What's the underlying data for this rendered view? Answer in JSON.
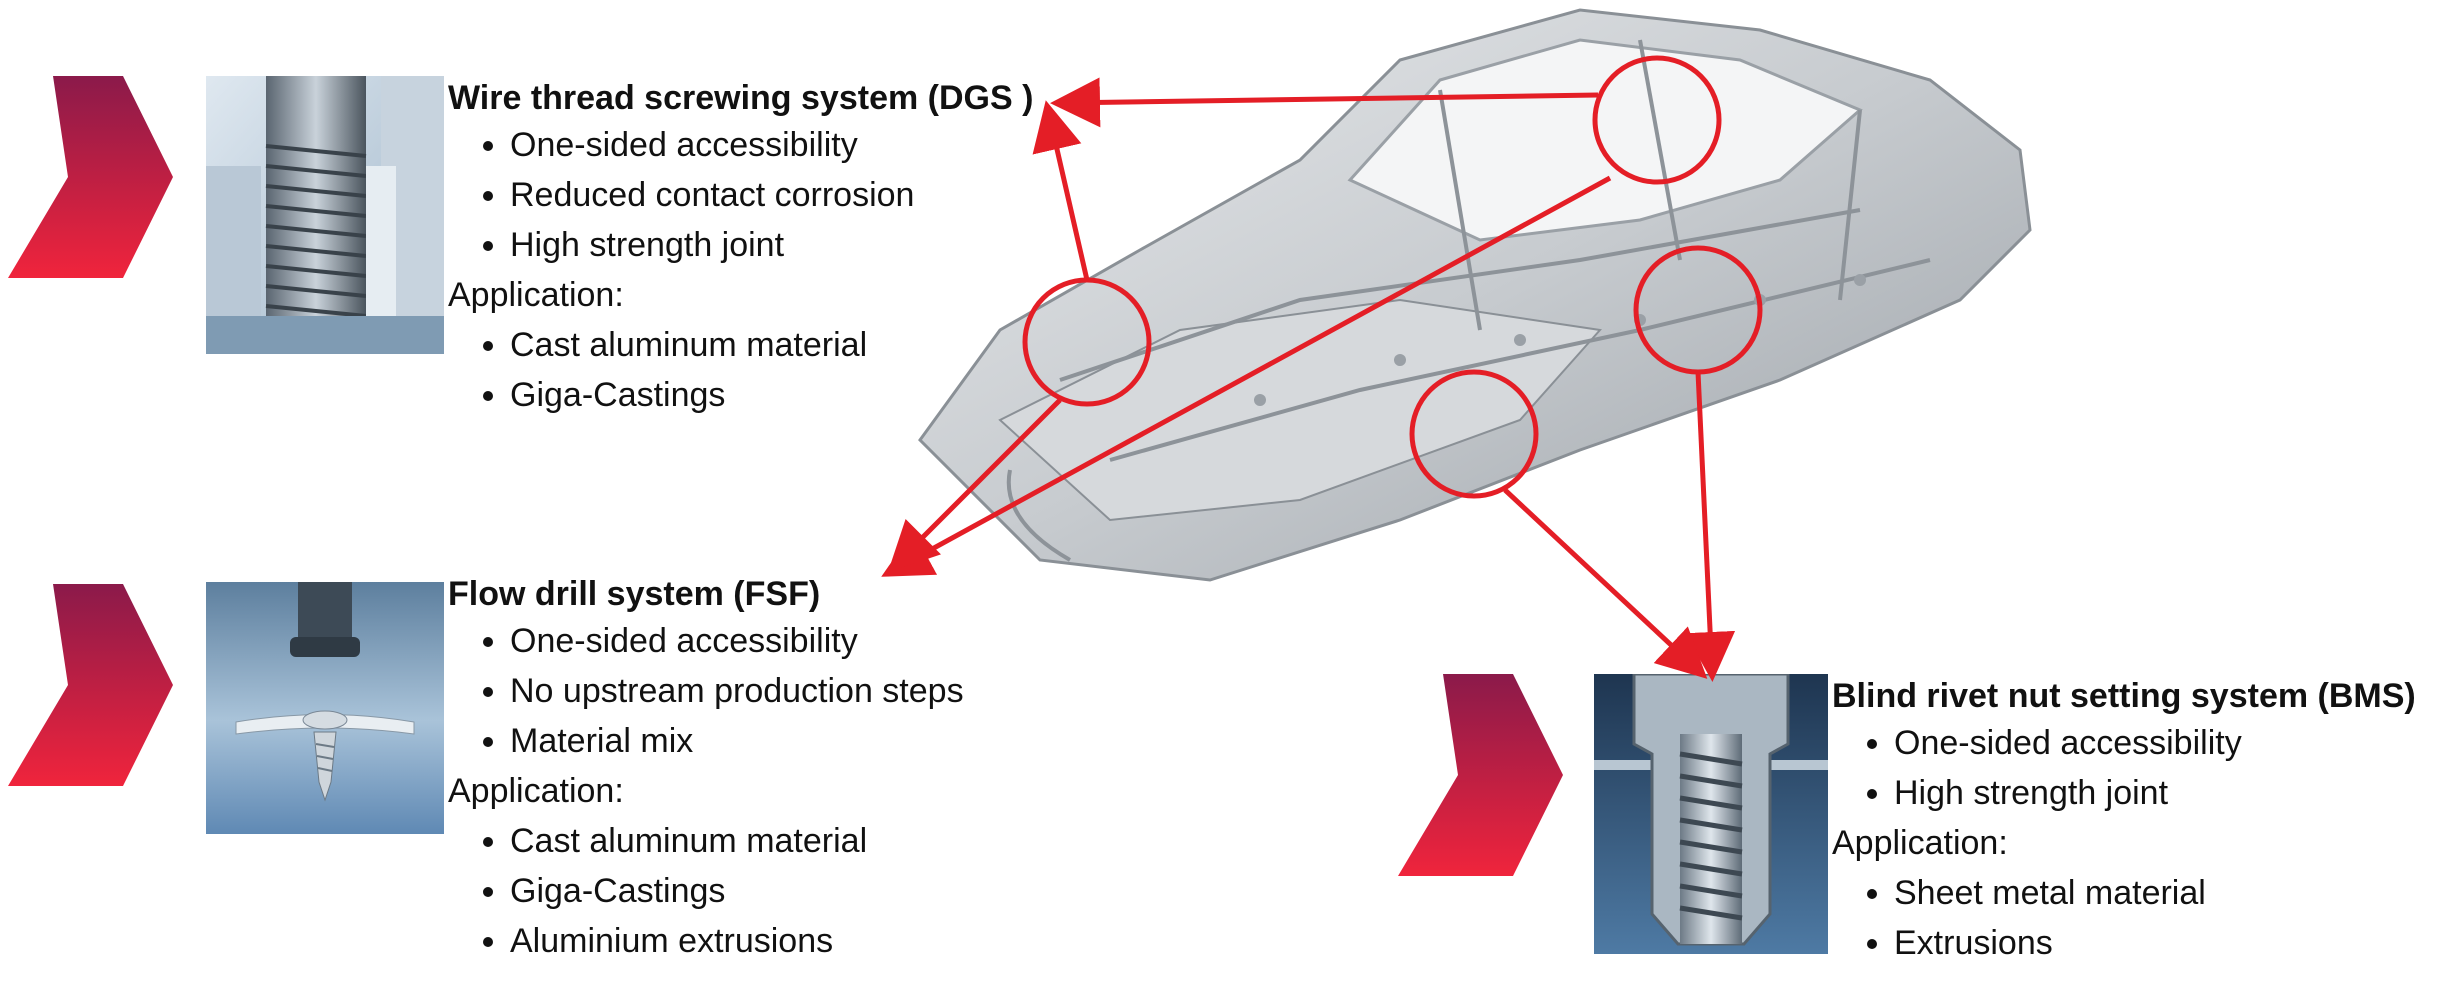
{
  "colors": {
    "accent_red": "#e41e26",
    "chevron_top": "#8b1a4a",
    "chevron_bottom": "#f0243c"
  },
  "sections": [
    {
      "key": "dgs",
      "title": "Wire thread screwing system (DGS )",
      "features": [
        "One-sided accessibility",
        "Reduced contact corrosion",
        "High strength joint"
      ],
      "application_label": "Application:",
      "applications": [
        "Cast aluminum material",
        "Giga-Castings"
      ]
    },
    {
      "key": "fsf",
      "title": "Flow drill system (FSF)",
      "features": [
        "One-sided accessibility",
        "No upstream production steps",
        "Material mix"
      ],
      "application_label": "Application:",
      "applications": [
        "Cast aluminum material",
        "Giga-Castings",
        "Aluminium extrusions"
      ]
    },
    {
      "key": "bms",
      "title": "Blind rivet nut setting system (BMS)",
      "features": [
        "One-sided accessibility",
        "High strength joint"
      ],
      "application_label": "Application:",
      "applications": [
        "Sheet metal material",
        "Extrusions"
      ]
    }
  ],
  "icons": {
    "chevron": "chevron-right-icon",
    "highlight": "red-circle-highlight"
  }
}
